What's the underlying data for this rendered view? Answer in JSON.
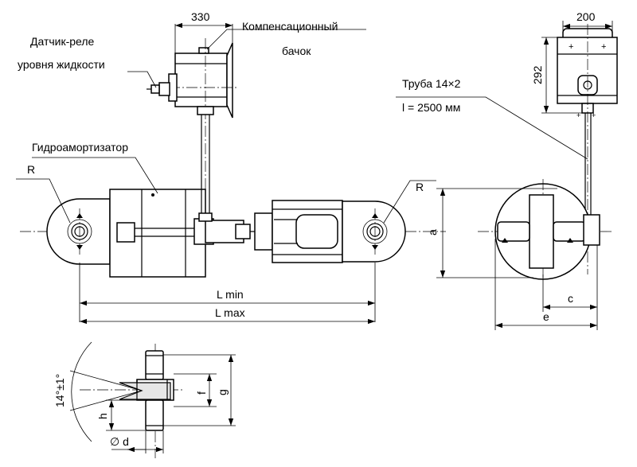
{
  "labels": {
    "sensor_line1": "Датчик-реле",
    "sensor_line2": "уровня  жидкости",
    "tank_line1": "Компенсационный",
    "tank_line2": "бачок",
    "shock_absorber": "Гидроамортизатор",
    "pipe_line1": "Труба  14×2",
    "pipe_line2": "l = 2500 мм",
    "radius_left": "R",
    "radius_right": "R"
  },
  "dimensions": {
    "tank_width": "330",
    "side_width": "200",
    "side_height": "292",
    "length_min": "L min",
    "length_max": "L max",
    "a": "a",
    "c": "c",
    "e": "e",
    "f": "f",
    "g": "g",
    "h": "h",
    "d": "∅ d",
    "angle": "14°±1°"
  }
}
